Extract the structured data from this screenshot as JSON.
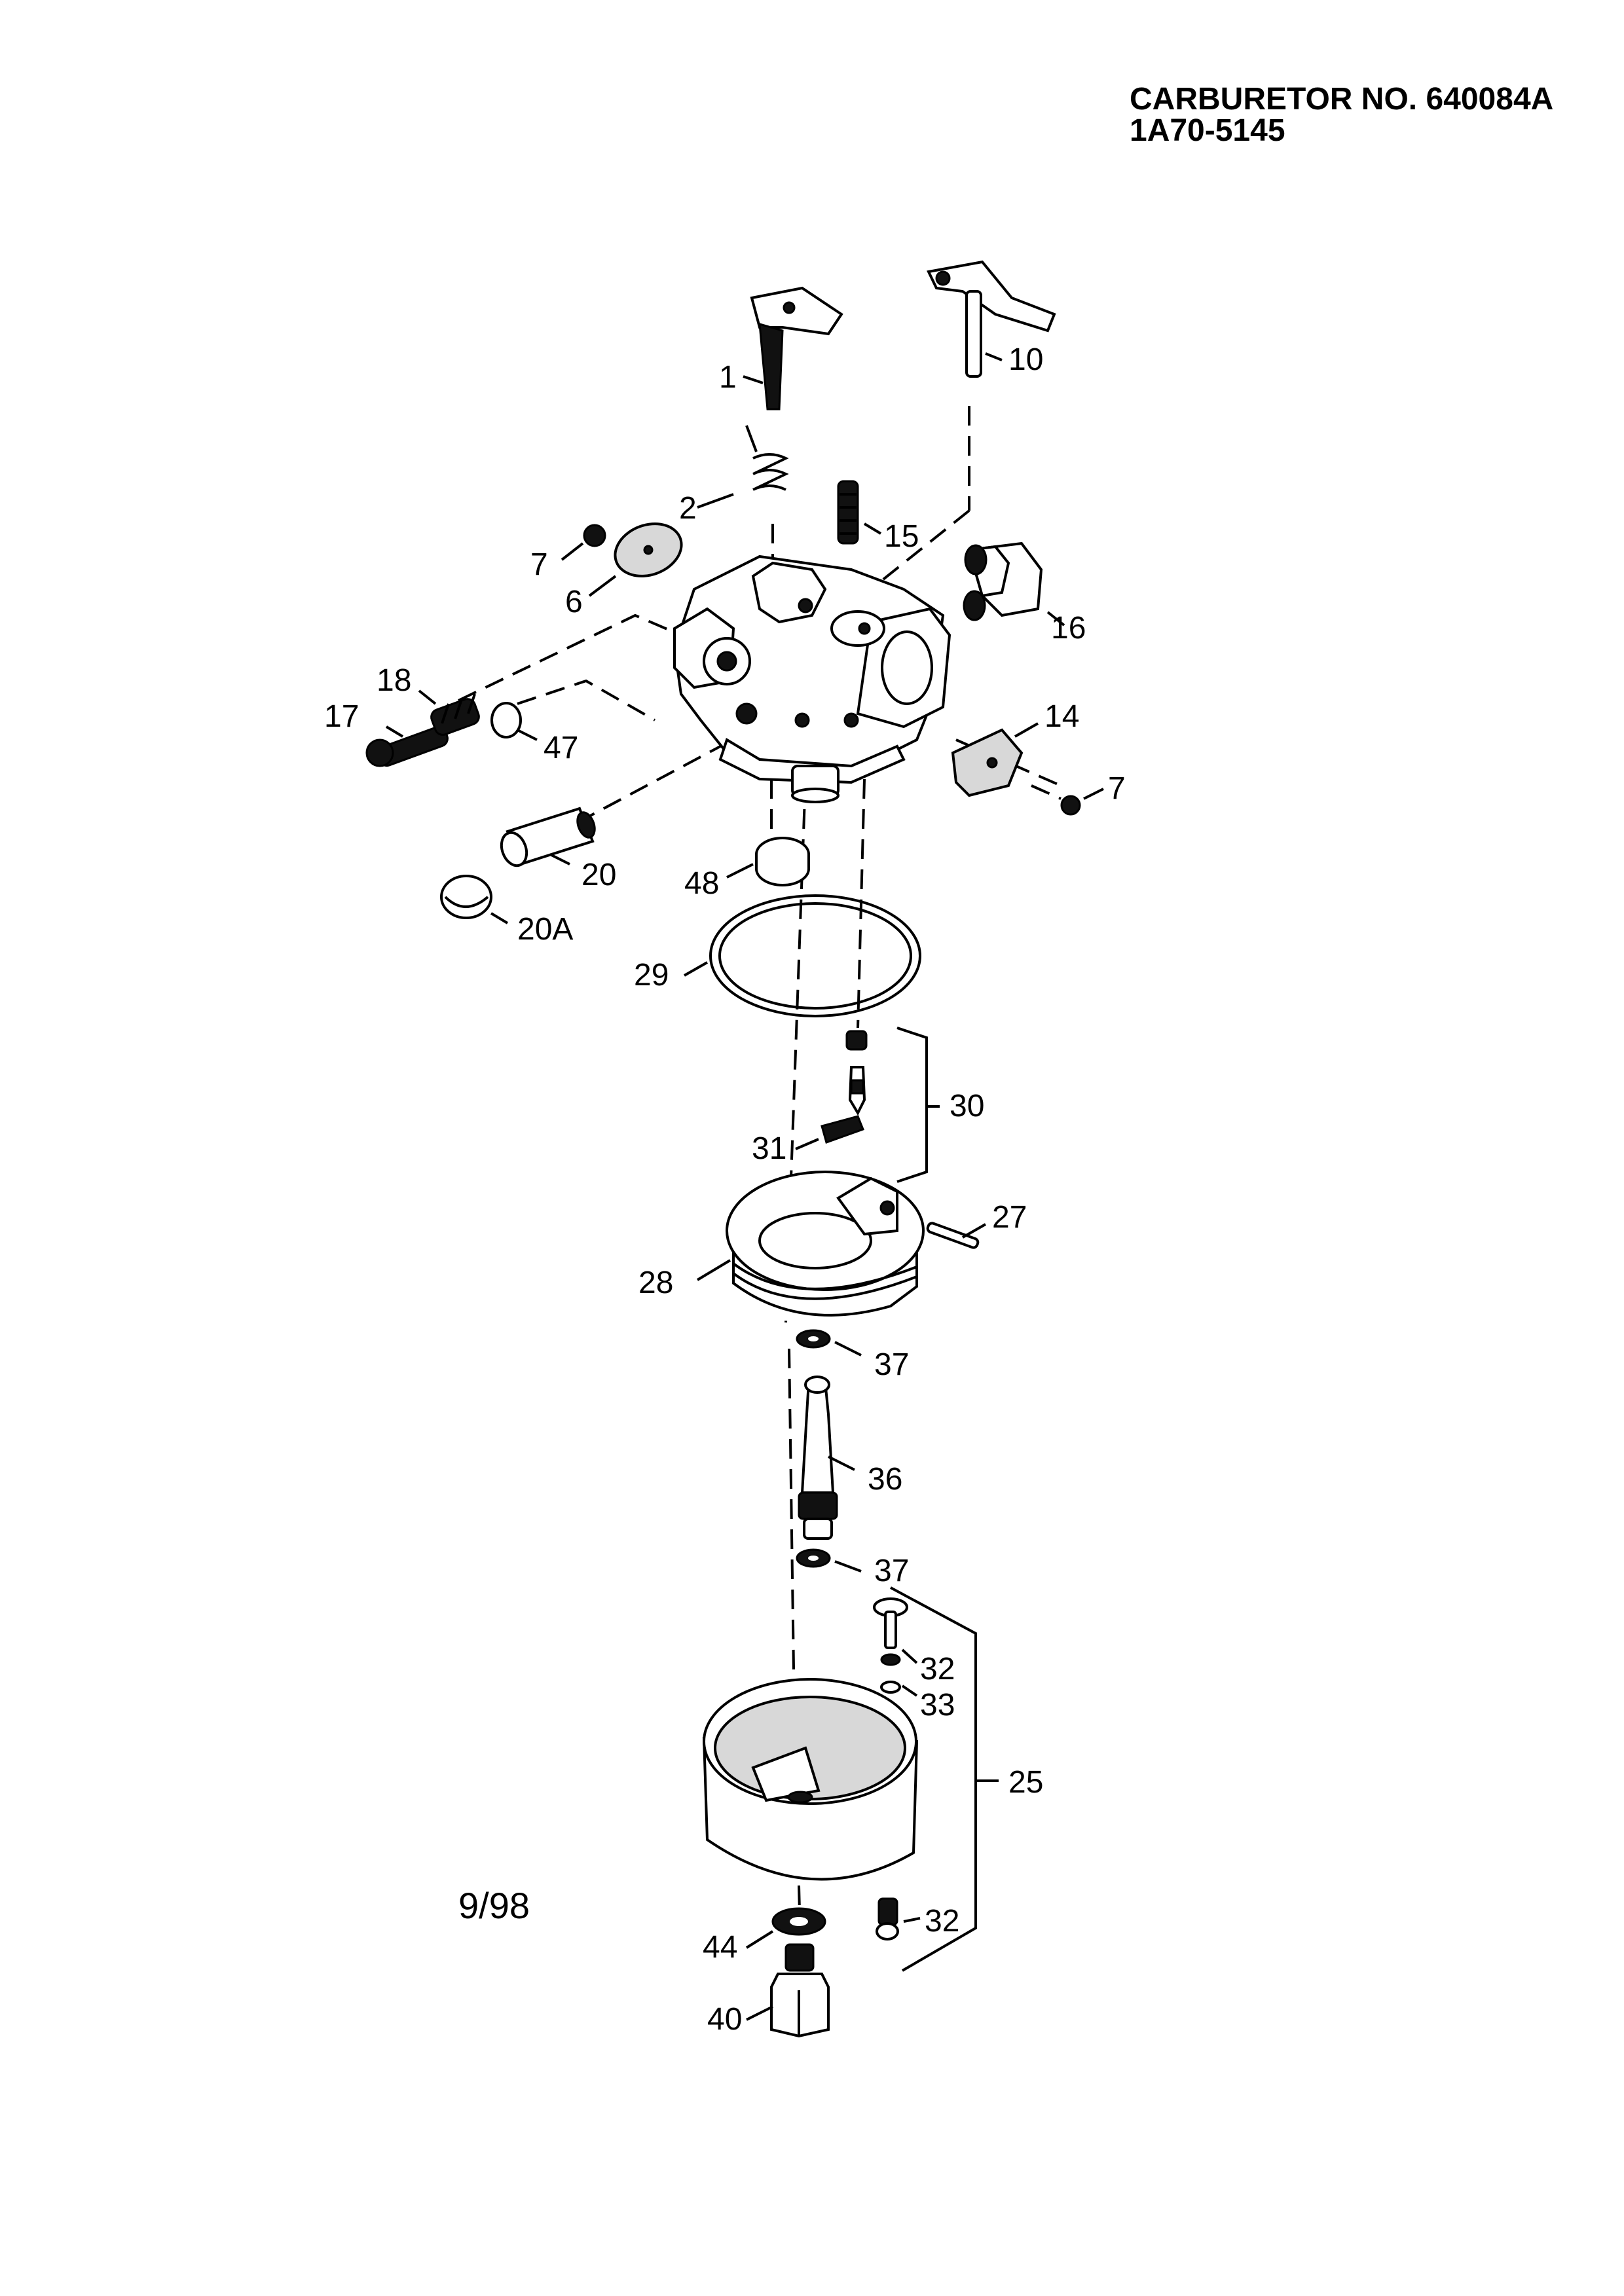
{
  "header": {
    "line1": "CARBURETOR NO. 640084A",
    "line2": "1A70-5145"
  },
  "date_stamp": "9/98",
  "parts": [
    {
      "key": "p1",
      "label": "1"
    },
    {
      "key": "p2",
      "label": "2"
    },
    {
      "key": "p6",
      "label": "6"
    },
    {
      "key": "p7a",
      "label": "7"
    },
    {
      "key": "p7b",
      "label": "7"
    },
    {
      "key": "p10",
      "label": "10"
    },
    {
      "key": "p14",
      "label": "14"
    },
    {
      "key": "p15",
      "label": "15"
    },
    {
      "key": "p16",
      "label": "16"
    },
    {
      "key": "p17",
      "label": "17"
    },
    {
      "key": "p18",
      "label": "18"
    },
    {
      "key": "p20",
      "label": "20"
    },
    {
      "key": "p20A",
      "label": "20A"
    },
    {
      "key": "p25",
      "label": "25"
    },
    {
      "key": "p27",
      "label": "27"
    },
    {
      "key": "p28",
      "label": "28"
    },
    {
      "key": "p29",
      "label": "29"
    },
    {
      "key": "p30",
      "label": "30"
    },
    {
      "key": "p31",
      "label": "31"
    },
    {
      "key": "p32a",
      "label": "32"
    },
    {
      "key": "p32b",
      "label": "32"
    },
    {
      "key": "p33",
      "label": "33"
    },
    {
      "key": "p36",
      "label": "36"
    },
    {
      "key": "p37a",
      "label": "37"
    },
    {
      "key": "p37b",
      "label": "37"
    },
    {
      "key": "p40",
      "label": "40"
    },
    {
      "key": "p44",
      "label": "44"
    },
    {
      "key": "p47",
      "label": "47"
    },
    {
      "key": "p48",
      "label": "48"
    }
  ]
}
